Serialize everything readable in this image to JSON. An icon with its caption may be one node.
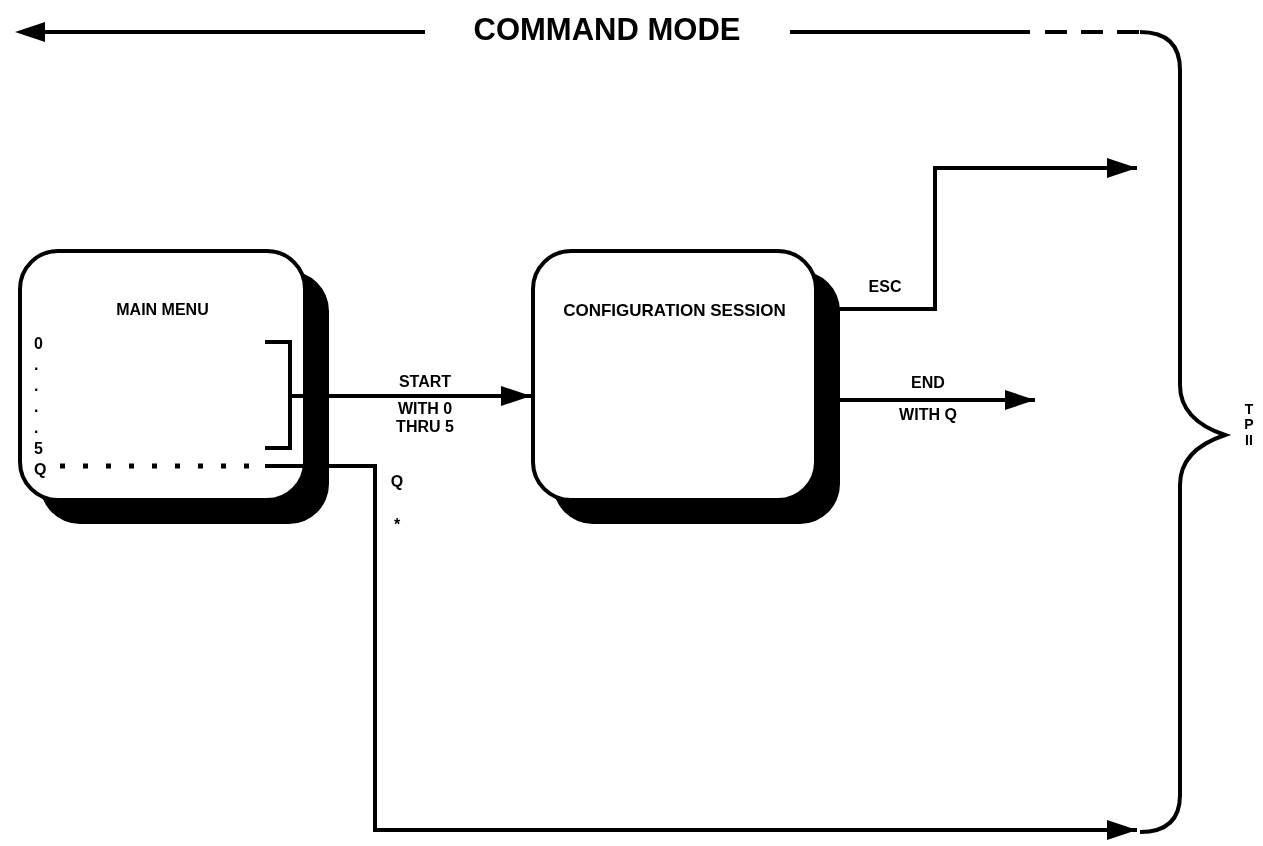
{
  "diagram": {
    "nodes": [
      {
        "text": [
          "MAIN MENU",
          "0",
          ".",
          ".",
          ".",
          ".",
          "5",
          "Q"
        ]
      },
      {
        "text": [
          "CONFIGURATION SESSION"
        ]
      },
      {
        "text": [],
        "shape": "brace",
        "beside": [
          "T P II"
        ]
      }
    ],
    "edges": [
      {
        "from": 0,
        "to": 1,
        "arrow": "to",
        "label": "START"
      },
      {
        "from": 1,
        "to": 2,
        "arrow": "to",
        "label": "ESC"
      },
      {
        "from": 1,
        "to": null,
        "arrow": "to",
        "label": "END"
      },
      {
        "from": 0,
        "to": 2,
        "arrow": "to",
        "label": "Q"
      }
    ],
    "labels": [
      "COMMAND MODE",
      "WITH 0 THRU 5",
      "WITH Q",
      "*"
    ]
  }
}
